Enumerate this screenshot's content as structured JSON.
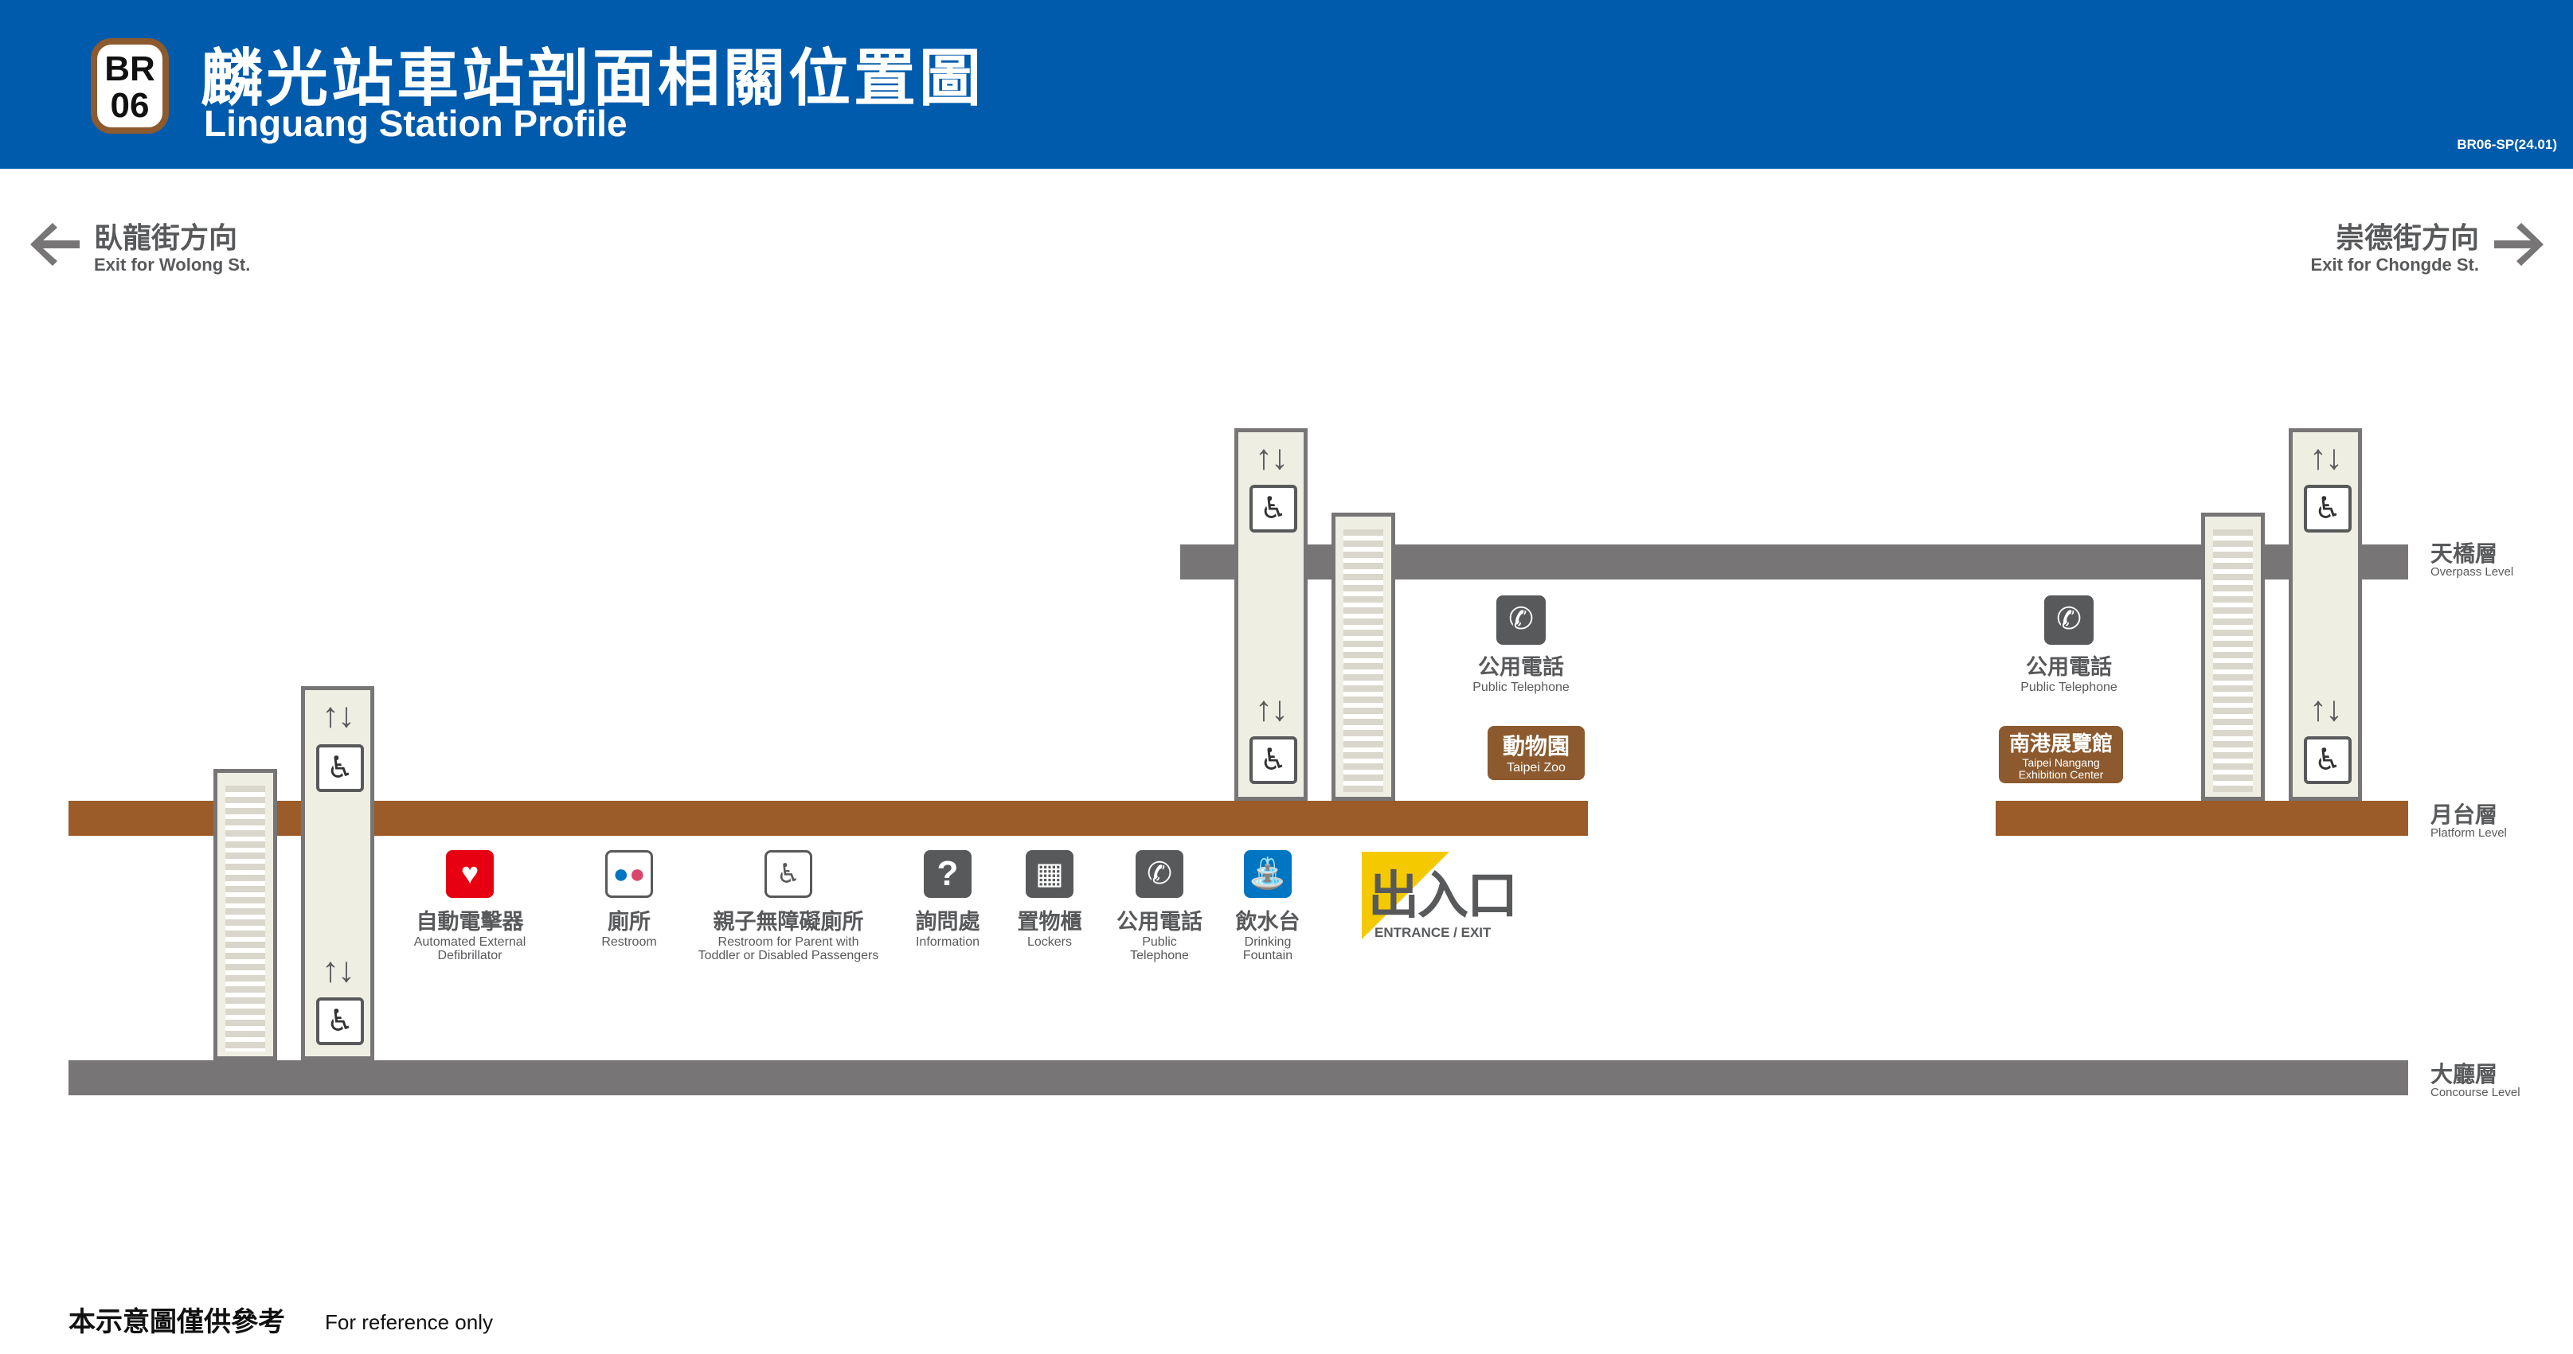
{
  "header": {
    "badge_line1": "BR",
    "badge_line2": "06",
    "title_zh": "麟光站車站剖面相關位置圖",
    "title_en": "Linguang Station Profile",
    "code": "BR06-SP(24.01)"
  },
  "directions": {
    "left": {
      "zh": "臥龍街方向",
      "en": "Exit for Wolong St."
    },
    "right": {
      "zh": "崇德街方向",
      "en": "Exit for Chongde St."
    }
  },
  "levels": {
    "overpass": {
      "zh": "天橋層",
      "en": "Overpass Level"
    },
    "platform": {
      "zh": "月台層",
      "en": "Platform Level"
    },
    "concourse": {
      "zh": "大廳層",
      "en": "Concourse Level"
    }
  },
  "facilities": [
    {
      "zh": "自動電擊器",
      "en1": "Automated External",
      "en2": "Defibrillator",
      "icon": "aed-icon",
      "color": "#e60012",
      "glyph": "♥"
    },
    {
      "zh": "廁所",
      "en1": "Restroom",
      "en2": "",
      "icon": "restroom-icon",
      "color": "#ffffff",
      "glyph": "🚻"
    },
    {
      "zh": "親子無障礙廁所",
      "en1": "Restroom for Parent with",
      "en2": "Toddler or Disabled Passengers",
      "icon": "family-restroom-icon",
      "color": "#ffffff",
      "glyph": "♿"
    },
    {
      "zh": "詢問處",
      "en1": "Information",
      "en2": "",
      "icon": "information-icon",
      "color": "#58595b",
      "glyph": "?"
    },
    {
      "zh": "置物櫃",
      "en1": "Lockers",
      "en2": "",
      "icon": "locker-icon",
      "color": "#58595b",
      "glyph": "▦"
    },
    {
      "zh": "公用電話",
      "en1": "Public",
      "en2": "Telephone",
      "icon": "phone-icon",
      "color": "#58595b",
      "glyph": "✆"
    },
    {
      "zh": "飲水台",
      "en1": "Drinking",
      "en2": "Fountain",
      "icon": "water-fountain-icon",
      "color": "#0075c2",
      "glyph": "⛲"
    }
  ],
  "entrance": {
    "zh": "出入口",
    "en": "ENTRANCE / EXIT"
  },
  "phones": [
    {
      "zh": "公用電話",
      "en": "Public Telephone"
    },
    {
      "zh": "公用電話",
      "en": "Public Telephone"
    }
  ],
  "destinations": [
    {
      "zh": "動物園",
      "en1": "Taipei Zoo",
      "en2": ""
    },
    {
      "zh": "南港展覽館",
      "en1": "Taipei Nangang",
      "en2": "Exhibition Center"
    }
  ],
  "elevator": {
    "arrows": "↑↓",
    "wheelchair": "♿"
  },
  "note": {
    "zh": "本示意圖僅供參考",
    "en": "For reference only"
  },
  "colors": {
    "header": "#005bac",
    "brown_line": "#9b5c2a",
    "grey_level": "#777575"
  }
}
